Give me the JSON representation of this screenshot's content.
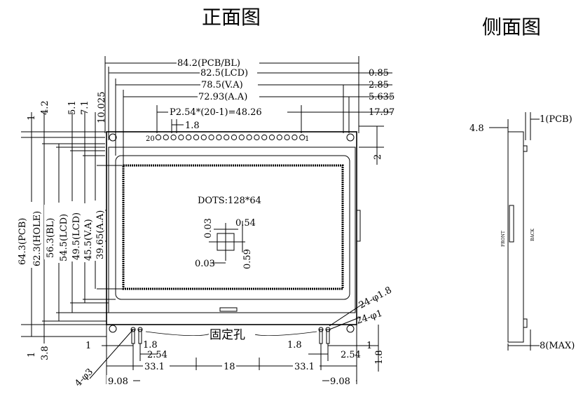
{
  "titles": {
    "front": "正面图",
    "side": "侧面图"
  },
  "top_dims": {
    "pcb": "84.2(PCB/BL)",
    "lcd": "82.5(LCD)",
    "va": "78.5(V.A)",
    "aa": "72.93(A.A)",
    "pitch": "P2.54*(20-1)=48.26",
    "pin_w": "1.8",
    "r1": "0.85",
    "r2": "2.85",
    "r3": "5.635",
    "r4": "17.97",
    "r5": "2"
  },
  "pins": {
    "first": "20",
    "last": "1"
  },
  "left_dims": {
    "t1": "1",
    "t2": "4.2",
    "t3": "5.1",
    "t4": "7.1",
    "t5": "10.025",
    "v1": "64.3(PCB)",
    "v2": "62.3(HOLE)",
    "v3": "56.3(BL)",
    "v4": "54.5(LCD)",
    "v5": "49.5(LCD)",
    "v6": "45.5(V.A)",
    "v7": "39.65(A.A)",
    "b1": "1",
    "b2": "3.8"
  },
  "display": {
    "dots": "DOTS:128*64",
    "d1": "0.03",
    "d2": "0.54",
    "d3": "0.59",
    "d4": "0.03"
  },
  "bottom_dims": {
    "fixing_hole": "固定孔",
    "holes_left": "4-φ3",
    "holes_r1": "24-φ1.8",
    "holes_r2": "24-φ1",
    "l1": "1",
    "l18": "1.8",
    "l254": "2.54",
    "l331": "33.1",
    "c18": "18",
    "r331": "33.1",
    "r18": "1.8",
    "r254": "2.54",
    "r1": "1",
    "rv18": "1.8",
    "w908l": "9.08",
    "w908r": "9.08"
  },
  "side": {
    "t48": "4.8",
    "pcb": "1(PCB)",
    "max": "8(MAX)",
    "front": "FRONT",
    "back": "BACK"
  }
}
